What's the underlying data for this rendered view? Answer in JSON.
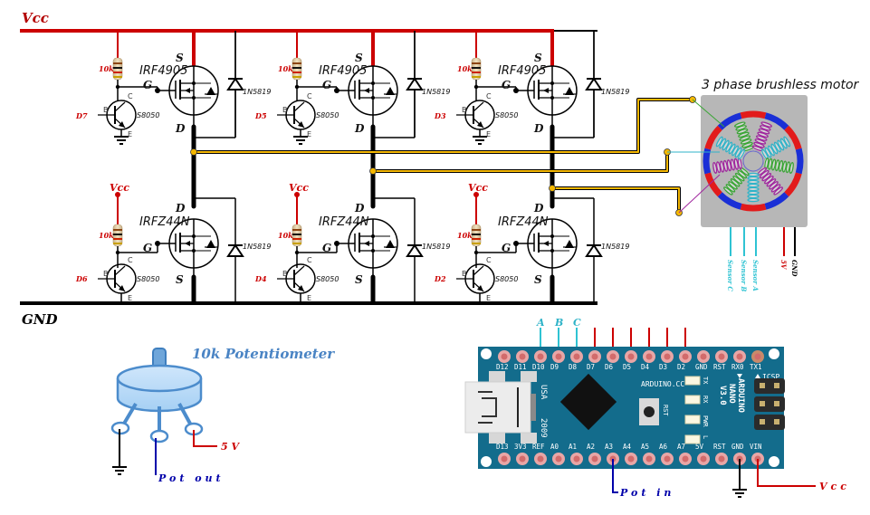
{
  "rails": {
    "vcc": "Vcc",
    "gnd": "GND",
    "vcc_color": "#cc0000",
    "gnd_color": "#000000",
    "phase_wire_color": "#f5b800"
  },
  "high_side": [
    {
      "pin": "D7",
      "resistor": "10k",
      "transistor": "S8050",
      "mosfet": "IRF4905",
      "diode": "1N5819",
      "gate": "G",
      "source": "S",
      "drain": "D",
      "b": "B",
      "c": "C",
      "e": "E"
    },
    {
      "pin": "D5",
      "resistor": "10k",
      "transistor": "S8050",
      "mosfet": "IRF4905",
      "diode": "1N5819",
      "gate": "G",
      "source": "S",
      "drain": "D",
      "b": "B",
      "c": "C",
      "e": "E"
    },
    {
      "pin": "D3",
      "resistor": "10k",
      "transistor": "S8050",
      "mosfet": "IRF4905",
      "diode": "1N5819",
      "gate": "G",
      "source": "S",
      "drain": "D",
      "b": "B",
      "c": "C",
      "e": "E"
    }
  ],
  "low_side": [
    {
      "pin": "D6",
      "vcc": "Vcc",
      "resistor": "10k",
      "transistor": "S8050",
      "mosfet": "IRFZ44N",
      "diode": "1N5819",
      "gate": "G",
      "source": "S",
      "drain": "D",
      "b": "B",
      "c": "C",
      "e": "E"
    },
    {
      "pin": "D4",
      "vcc": "Vcc",
      "resistor": "10k",
      "transistor": "S8050",
      "mosfet": "IRFZ44N",
      "diode": "1N5819",
      "gate": "G",
      "source": "S",
      "drain": "D",
      "b": "B",
      "c": "C",
      "e": "E"
    },
    {
      "pin": "D2",
      "vcc": "Vcc",
      "resistor": "10k",
      "transistor": "S8050",
      "mosfet": "IRFZ44N",
      "diode": "1N5819",
      "gate": "G",
      "source": "S",
      "drain": "D",
      "b": "B",
      "c": "C",
      "e": "E"
    }
  ],
  "motor": {
    "title": "3 phase brushless motor",
    "wires": [
      "Sensor C",
      "Sensor B",
      "Sensor A",
      "5V",
      "GND"
    ]
  },
  "potentiometer": {
    "title": "10k Potentiometer",
    "supply": "5 V",
    "output": "Pot out"
  },
  "arduino": {
    "top_pins": [
      "D12",
      "D11",
      "D10",
      "D9",
      "D8",
      "D7",
      "D6",
      "D5",
      "D4",
      "D3",
      "D2",
      "GND",
      "RST",
      "RX0",
      "TX1"
    ],
    "bottom_pins": [
      "D13",
      "3V3",
      "REF",
      "A0",
      "A1",
      "A2",
      "A3",
      "A4",
      "A5",
      "A6",
      "A7",
      "5V",
      "RST",
      "GND",
      "VIN"
    ],
    "sensor_labels": [
      "A",
      "B",
      "C"
    ],
    "brand": "ARDUINO.CC",
    "model": [
      "ARDUINO",
      "NANO",
      "V3.0"
    ],
    "usb_text": "USA",
    "year": "2009",
    "reset_label": "RST",
    "leds": [
      "TX",
      "RX",
      "PWR",
      "L"
    ],
    "icsp": "ICSP",
    "pot_in": "Pot in",
    "vin_label": "Vcc"
  }
}
